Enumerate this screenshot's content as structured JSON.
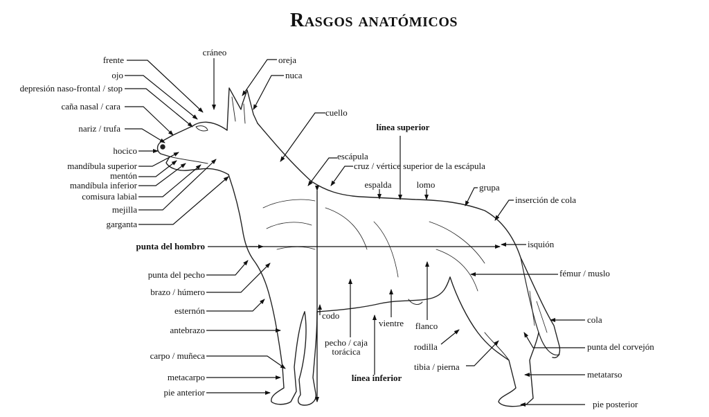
{
  "title": "Rasgos anatómicos",
  "labels": {
    "craneo": "cráneo",
    "oreja": "oreja",
    "frente": "frente",
    "nuca": "nuca",
    "ojo": "ojo",
    "stop": "depresión naso-frontal / stop",
    "cana": "caña nasal / cara",
    "cuello": "cuello",
    "nariz": "nariz / trufa",
    "linea_superior": "línea superior",
    "hocico": "hocico",
    "escapula": "escápula",
    "mand_sup": "mandíbula superior",
    "cruz": "cruz / vértice superior de la escápula",
    "menton": "mentón",
    "mand_inf": "mandíbula inferior",
    "espalda": "espalda",
    "lomo": "lomo",
    "grupa": "grupa",
    "comisura": "comisura labial",
    "insercion": "inserción de cola",
    "mejilla": "mejilla",
    "garganta": "garganta",
    "hombro": "punta del hombro",
    "isquion": "isquión",
    "pecho_punta": "punta del pecho",
    "femur": "fémur / muslo",
    "brazo": "brazo / húmero",
    "esternon": "esternón",
    "codo": "codo",
    "cola": "cola",
    "ventre": "vientre",
    "flanco": "flanco",
    "antebrazo": "antebrazo",
    "pecho1": "pecho / caja",
    "pecho2": "torácica",
    "rodilla": "rodilla",
    "corvejon": "punta del corvejón",
    "carpo": "carpo / muñeca",
    "tibia": "tibia / pierna",
    "metatarso": "metatarso",
    "metacarpo": "metacarpo",
    "linea_inferior": "línea inferior",
    "pie_anterior": "pie anterior",
    "pie_posterior": "pie posterior"
  }
}
